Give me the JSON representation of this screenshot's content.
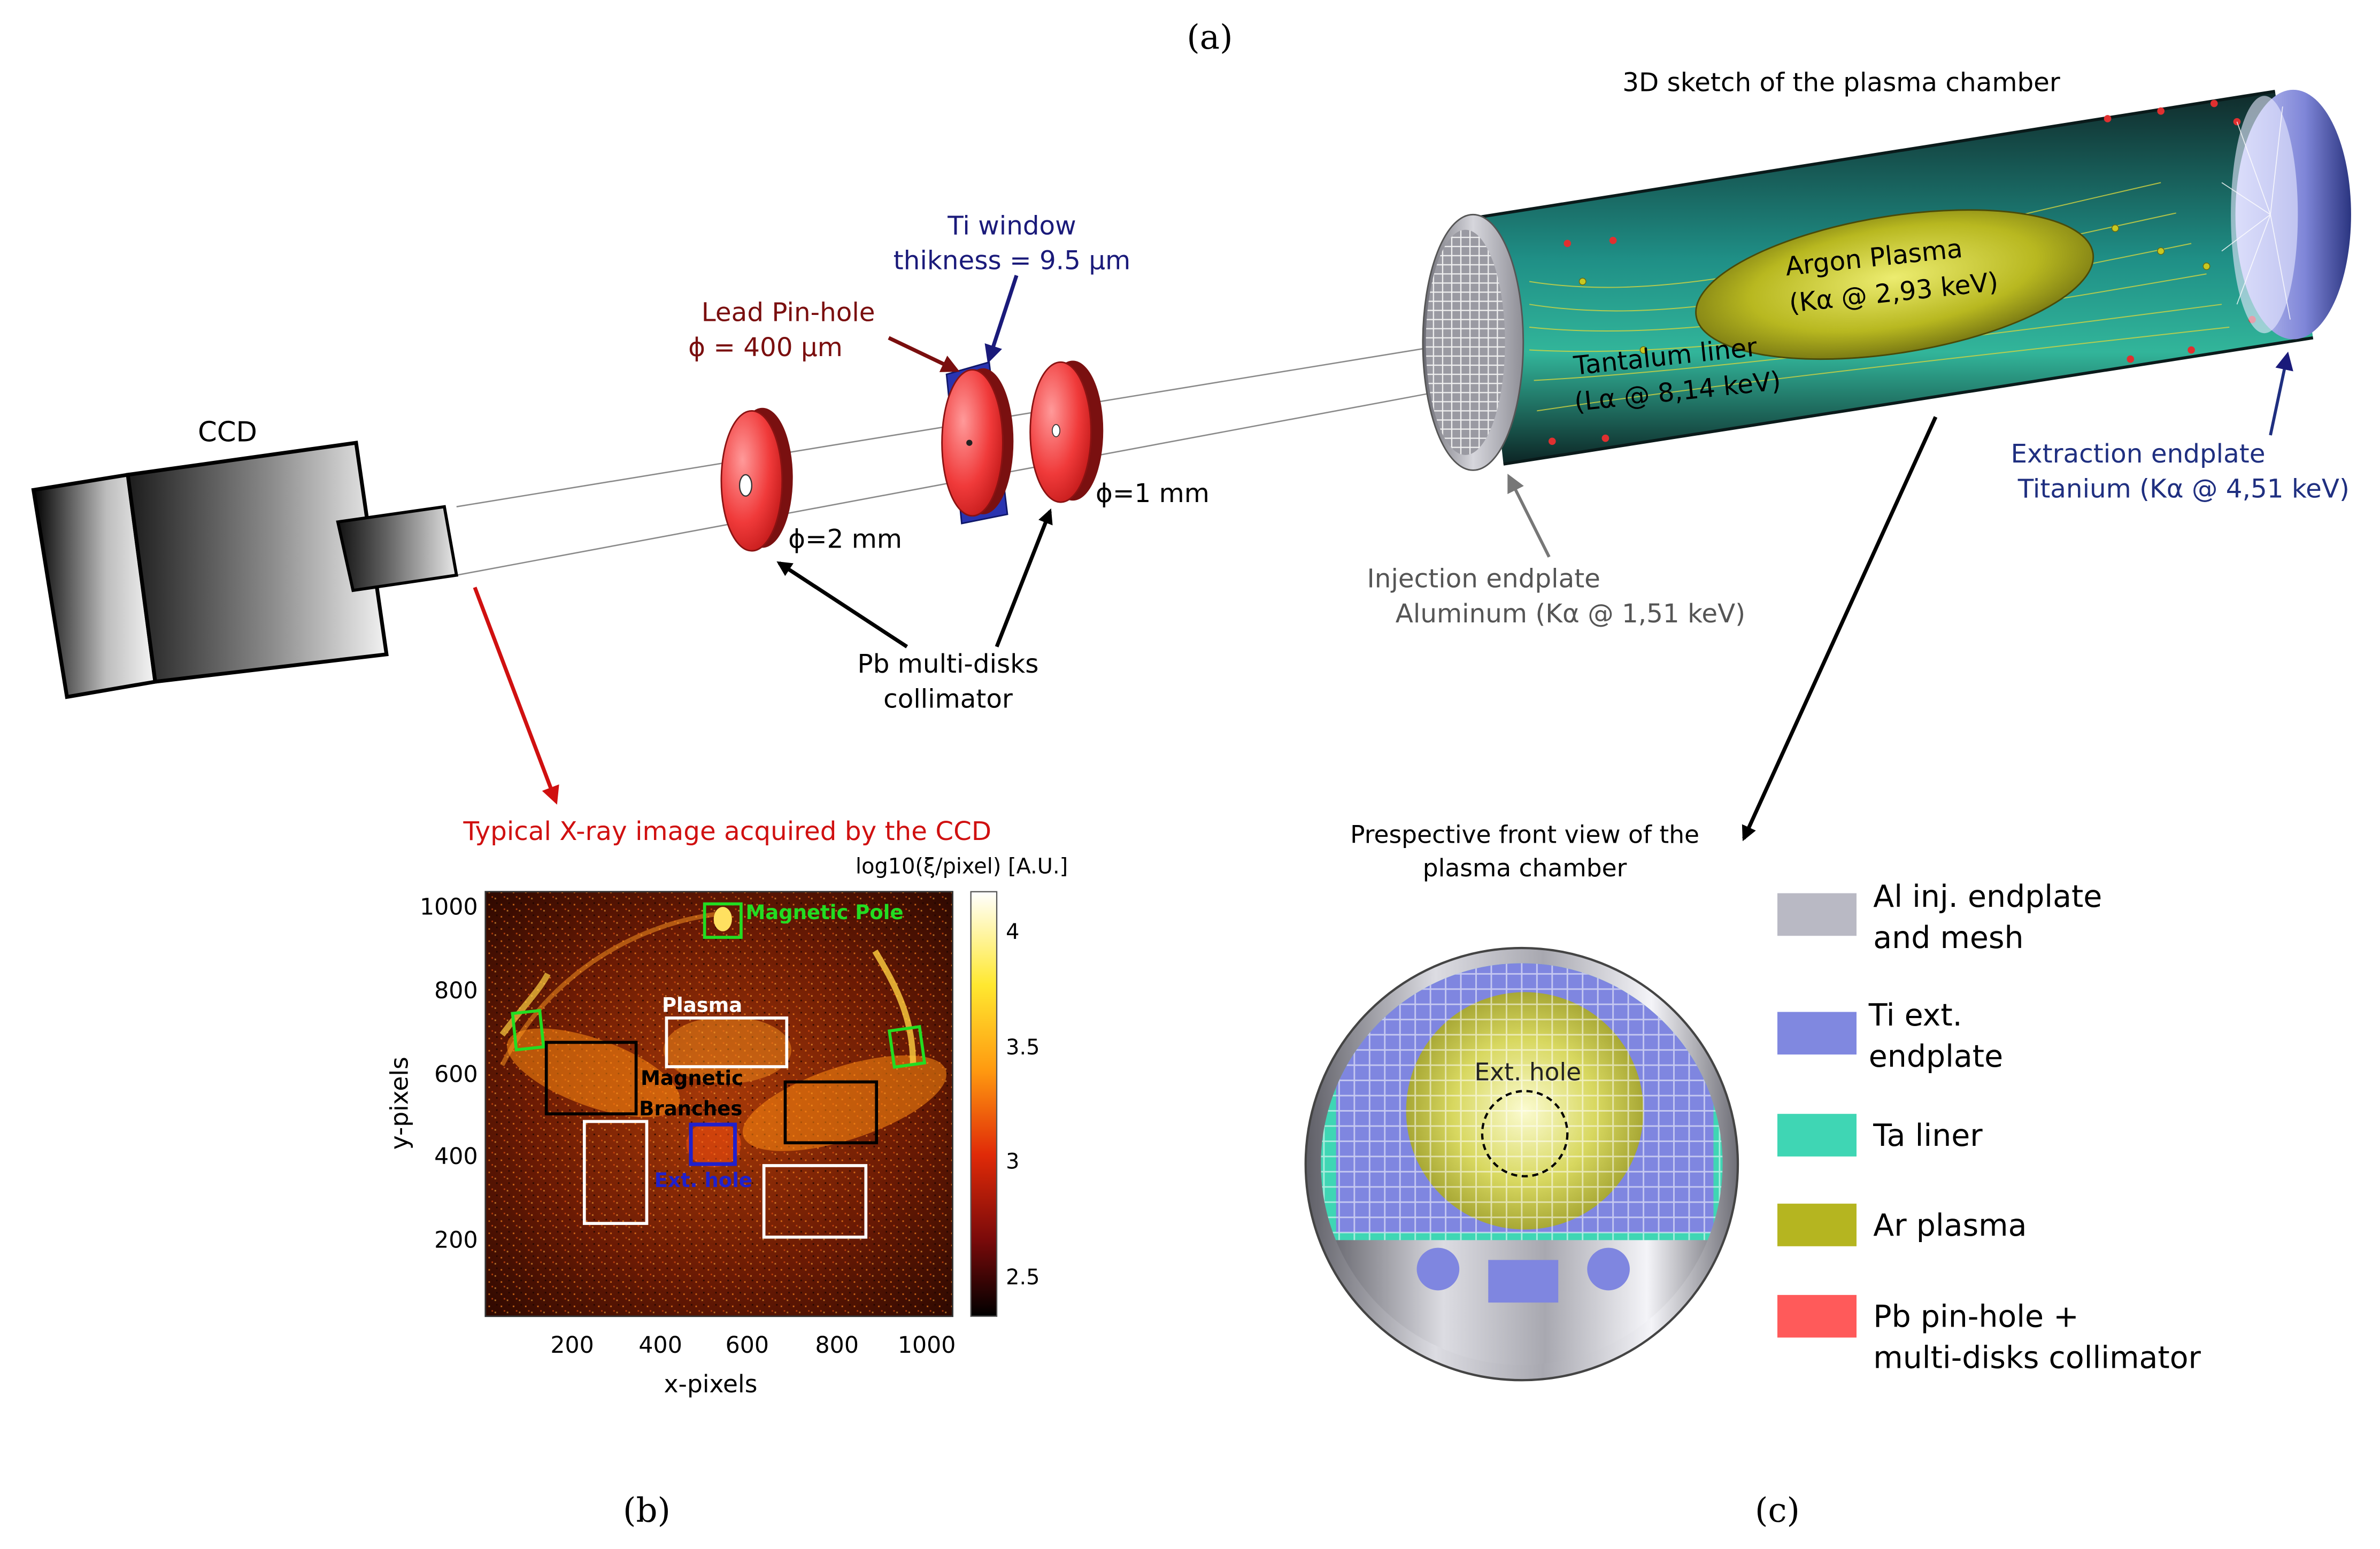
{
  "panel_labels": {
    "a": "(a)",
    "b": "(b)",
    "c": "(c)"
  },
  "setup": {
    "ccd": "CCD",
    "ti_window_line1": "Ti window",
    "ti_window_line2": "thikness = 9.5 µm",
    "lead_pinhole_line1": "Lead Pin-hole",
    "lead_pinhole_line2": "ϕ = 400 µm",
    "disk_small": "ϕ=2 mm",
    "disk_large": "ϕ=1 mm",
    "collimator_line1": "Pb multi-disks",
    "collimator_line2": "collimator"
  },
  "chamber": {
    "title": "3D sketch of the plasma chamber",
    "plasma_line1": "Argon Plasma",
    "plasma_line2": "(Kα @ 2,93 keV)",
    "liner_line1": "Tantalum liner",
    "liner_line2": "(Lα @ 8,14 keV)",
    "extraction_line1": "Extraction endplate",
    "extraction_line2": "Titanium (Kα @ 4,51 keV)",
    "injection_line1": "Injection endplate",
    "injection_line2": "Aluminum (Kα @ 1,51 keV)"
  },
  "xray": {
    "caption": "Typical X-ray image acquired by the CCD",
    "colorbar_label": "log10(ξ/pixel) [A.U.]",
    "x_label": "x-pixels",
    "y_label": "y-pixels",
    "x_ticks": [
      "200",
      "400",
      "600",
      "800",
      "1000"
    ],
    "y_ticks": [
      "1000",
      "800",
      "600",
      "400",
      "200"
    ],
    "colorbar_ticks": [
      "4",
      "3.5",
      "3",
      "2.5"
    ],
    "labels": {
      "pole": "Magnetic Pole",
      "plasma": "Plasma",
      "branches_line1": "Magnetic",
      "branches_line2": "Branches",
      "ext_hole": "Ext. hole"
    }
  },
  "front_view": {
    "title_line1": "Prespective front view of the",
    "title_line2": "plasma chamber",
    "hole_label": "Ext. hole"
  },
  "legend": [
    {
      "line1": "Al inj. endplate",
      "line2": "and mesh",
      "color": "#b9b9c4"
    },
    {
      "line1": "Ti ext.",
      "line2": "endplate",
      "color": "#8088e0"
    },
    {
      "line1": "Ta liner",
      "line2": "",
      "color": "#3fd6b4"
    },
    {
      "line1": "Ar plasma",
      "line2": "",
      "color": "#b5b520"
    },
    {
      "line1": "Pb pin-hole +",
      "line2": "multi-disks collimator",
      "color": "#ff5a5a"
    }
  ],
  "colors": {
    "lead_label": "#7a0e0e",
    "ti_label": "#1a1a7a",
    "extraction_label": "#1f2f80",
    "injection_label": "#555555",
    "caption": "#d01010",
    "pole_box": "#22dd22",
    "plasma_box": "#ffffff",
    "branches_box": "#000000",
    "ext_hole_box": "#2020cc"
  }
}
